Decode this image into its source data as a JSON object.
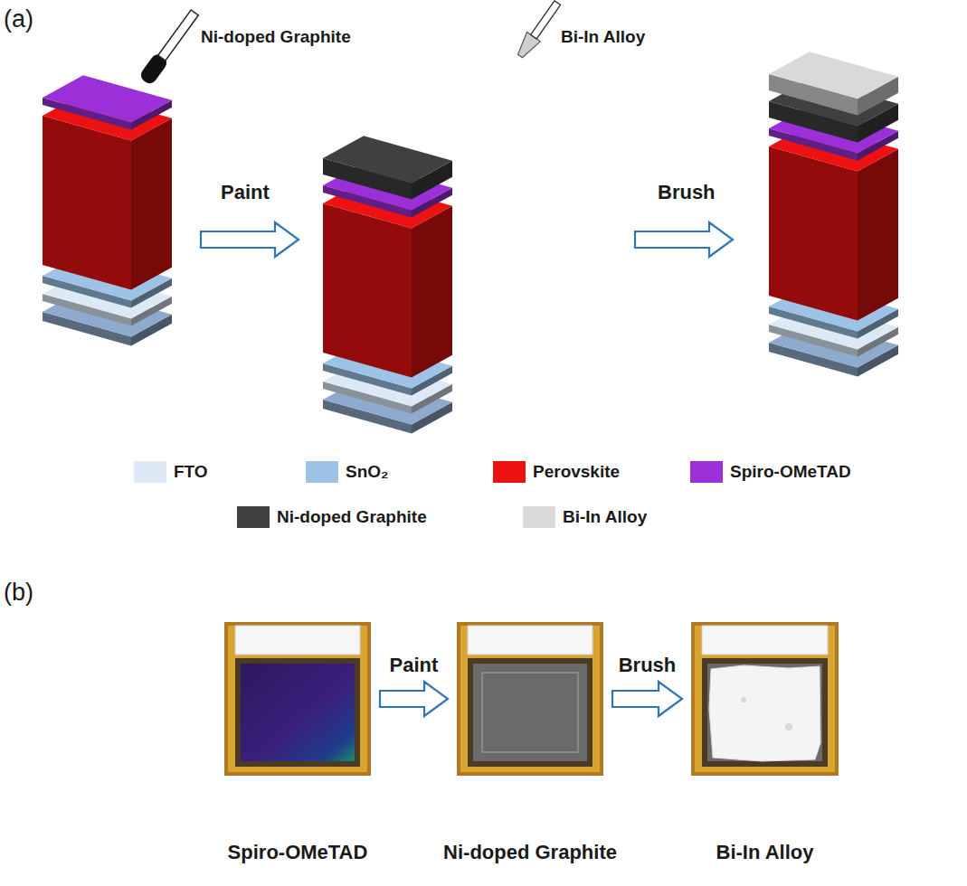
{
  "diagram": {
    "nodes": [
      {
        "text": [
          "Spiro-OMeTAD"
        ]
      },
      {
        "text": [
          "Ni-doped Graphite"
        ]
      },
      {
        "text": [
          "Bi-In Alloy"
        ]
      }
    ],
    "edges": [
      {
        "from": 0,
        "to": 1,
        "arrow": "to",
        "label": "Paint"
      },
      {
        "from": 1,
        "to": 2,
        "arrow": "to",
        "label": "Brush"
      }
    ],
    "labels": [
      "(a)",
      "Ni-doped Graphite",
      "Bi-In Alloy",
      "Paint",
      "Brush",
      "(b)"
    ],
    "legend": [
      {
        "text": "FTO",
        "color": "#ddeaf6"
      },
      {
        "text": "SnO₂",
        "color": "#9dc3e6"
      },
      {
        "text": "Perovskite",
        "color": "#ee1111"
      },
      {
        "text": "Spiro-OMeTAD",
        "color": "#9b30d9"
      },
      {
        "text": "Ni-doped Graphite",
        "color": "#404040"
      },
      {
        "text": "Bi-In Alloy",
        "color": "#d9d9d9"
      }
    ]
  }
}
